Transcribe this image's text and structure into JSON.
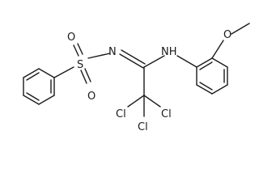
{
  "molecule": {
    "atoms": {
      "sulfonyl_o_upper": "O",
      "sulfonyl_o_lower": "O",
      "sulfur": "S",
      "imine_n": "N",
      "amine": "NH",
      "methoxy_o": "O",
      "cl_left": "Cl",
      "cl_right": "Cl",
      "cl_bottom": "Cl"
    }
  }
}
